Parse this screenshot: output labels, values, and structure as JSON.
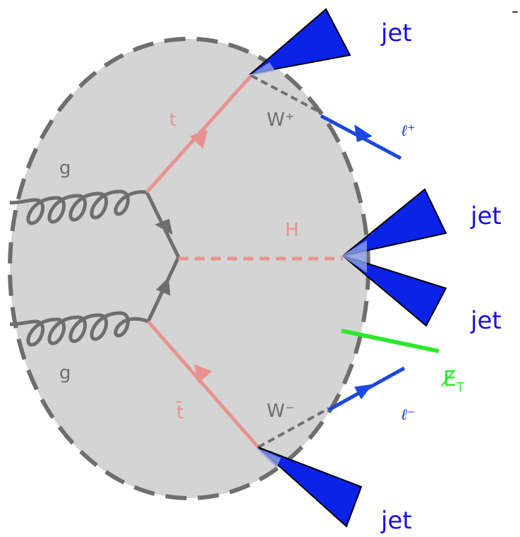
{
  "labels": {
    "gluon_top": "g",
    "gluon_bottom": "g",
    "top_quark": "t",
    "antitop_quark": "t̄",
    "higgs": "H",
    "w_plus": "W⁺",
    "w_minus": "W⁻",
    "lepton_plus": "ℓ⁺",
    "lepton_minus": "ℓ⁻",
    "met": "E̸",
    "met_subscript": "T",
    "jet_top": "jet",
    "jet_higgs_upper": "jet",
    "jet_higgs_lower": "jet",
    "jet_bottom": "jet"
  },
  "colors": {
    "blob_fill": "#d4d4d4",
    "blob_border": "#6e6e6e",
    "gluon": "#6e6e6e",
    "quark_top": "#e8928f",
    "higgs_line": "#e8928f",
    "w_boson": "#707070",
    "jet_cone": "#0b22e8",
    "lepton": "#1a48e0",
    "met_line": "#2de82d",
    "jet_text": "#1a10e0"
  }
}
